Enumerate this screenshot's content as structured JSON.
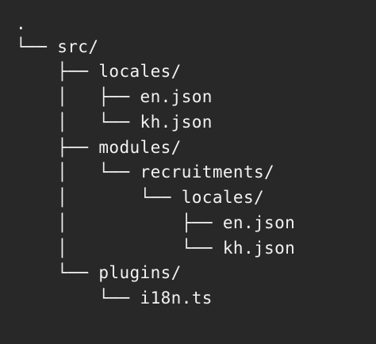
{
  "tree": {
    "lines": [
      {
        "prefix": "",
        "name": "."
      },
      {
        "prefix": "└── ",
        "name": "src/"
      },
      {
        "prefix": "    ├── ",
        "name": "locales/"
      },
      {
        "prefix": "    │   ├── ",
        "name": "en.json"
      },
      {
        "prefix": "    │   └── ",
        "name": "kh.json"
      },
      {
        "prefix": "    ├── ",
        "name": "modules/"
      },
      {
        "prefix": "    │   └── ",
        "name": "recruitments/"
      },
      {
        "prefix": "    │       └── ",
        "name": "locales/"
      },
      {
        "prefix": "    │           ├── ",
        "name": "en.json"
      },
      {
        "prefix": "    │           └── ",
        "name": "kh.json"
      },
      {
        "prefix": "    └── ",
        "name": "plugins/"
      },
      {
        "prefix": "        └── ",
        "name": "i18n.ts"
      }
    ]
  },
  "colors": {
    "background": "#282828",
    "text": "#f2f2f2"
  }
}
